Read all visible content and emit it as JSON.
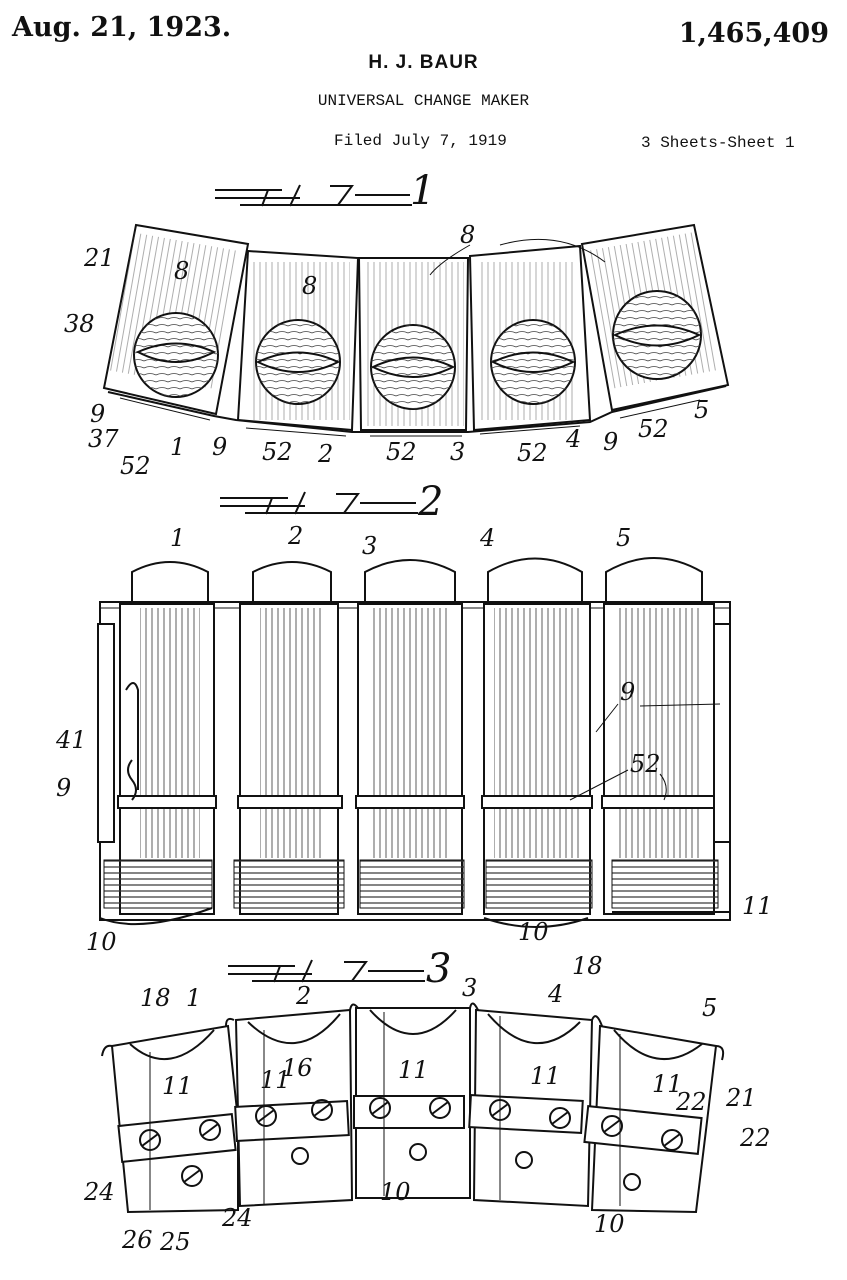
{
  "header": {
    "date": "Aug. 21, 1923.",
    "patent_number": "1,465,409",
    "inventor": "H. J. BAUR",
    "title": "UNIVERSAL CHANGE MAKER",
    "filed": "Filed July 7, 1919",
    "sheets": "3 Sheets-Sheet 1"
  },
  "figures": {
    "fig1": {
      "label": "1",
      "refs": {
        "r21": "21",
        "r38": "38",
        "r8a": "8",
        "r8b": "8",
        "r8c": "8",
        "r9a": "9",
        "r37": "37",
        "r52a": "52",
        "r1": "1",
        "r9b": "9",
        "r52b": "52",
        "r2": "2",
        "r52c": "52",
        "r3": "3",
        "r52d": "52",
        "r4": "4",
        "r9c": "9",
        "r52e": "52",
        "r5": "5"
      }
    },
    "fig2": {
      "label": "2",
      "refs": {
        "r1": "1",
        "r2": "2",
        "r3": "3",
        "r4": "4",
        "r5": "5",
        "r41": "41",
        "r9a": "9",
        "r9b": "9",
        "r52": "52",
        "r10a": "10",
        "r10b": "10",
        "r11": "11"
      }
    },
    "fig3": {
      "label": "3",
      "refs": {
        "r18a": "18",
        "r1": "1",
        "r2": "2",
        "r3": "3",
        "r18b": "18",
        "r4": "4",
        "r5": "5",
        "r16": "16",
        "r11a": "11",
        "r11b": "11",
        "r11c": "11",
        "r11d": "11",
        "r11e": "11",
        "r22a": "22",
        "r21": "21",
        "r22b": "22",
        "r24a": "24",
        "r26": "26",
        "r25": "25",
        "r24b": "24",
        "r10a": "10",
        "r10b": "10"
      }
    }
  }
}
